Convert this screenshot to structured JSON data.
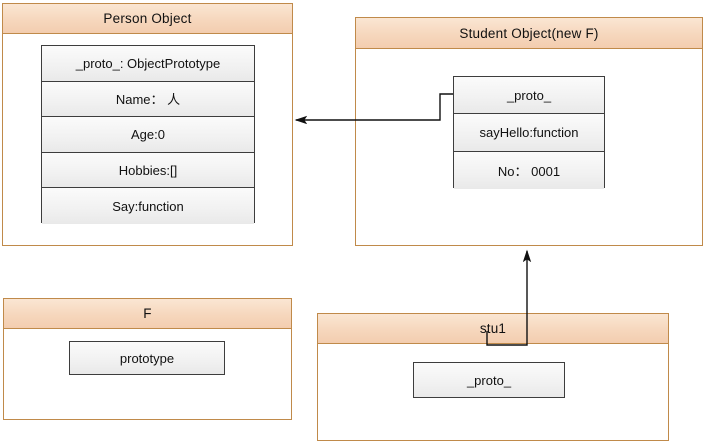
{
  "diagram": {
    "title": "JavaScript prototype chain diagram",
    "accent_color": "#c08a4a",
    "header_fill": "#f3cdaf",
    "box_fill": "#f1f1f1",
    "connector_color": "#111111"
  },
  "groups": {
    "person": {
      "title": "Person Object",
      "rows": [
        {
          "label": "_proto_:  ObjectPrototype"
        },
        {
          "label": "Name： 人"
        },
        {
          "label": "Age:0"
        },
        {
          "label": "Hobbies:[]"
        },
        {
          "label": "Say:function"
        }
      ]
    },
    "student": {
      "title": "Student  Object(new F)",
      "rows": [
        {
          "label": "_proto_"
        },
        {
          "label": "sayHello:function"
        },
        {
          "label": "No： 0001"
        }
      ]
    },
    "f": {
      "title": "F",
      "boxes": [
        {
          "label": "prototype"
        }
      ]
    },
    "stu1": {
      "title": "stu1",
      "boxes": [
        {
          "label": "_proto_"
        }
      ]
    }
  },
  "connections": [
    {
      "name": "student-proto-to-person",
      "from": "student._proto_",
      "to": "person-object",
      "direction": "left"
    },
    {
      "name": "stu1-proto-to-student",
      "from": "stu1._proto_",
      "to": "student-object",
      "direction": "up"
    }
  ]
}
